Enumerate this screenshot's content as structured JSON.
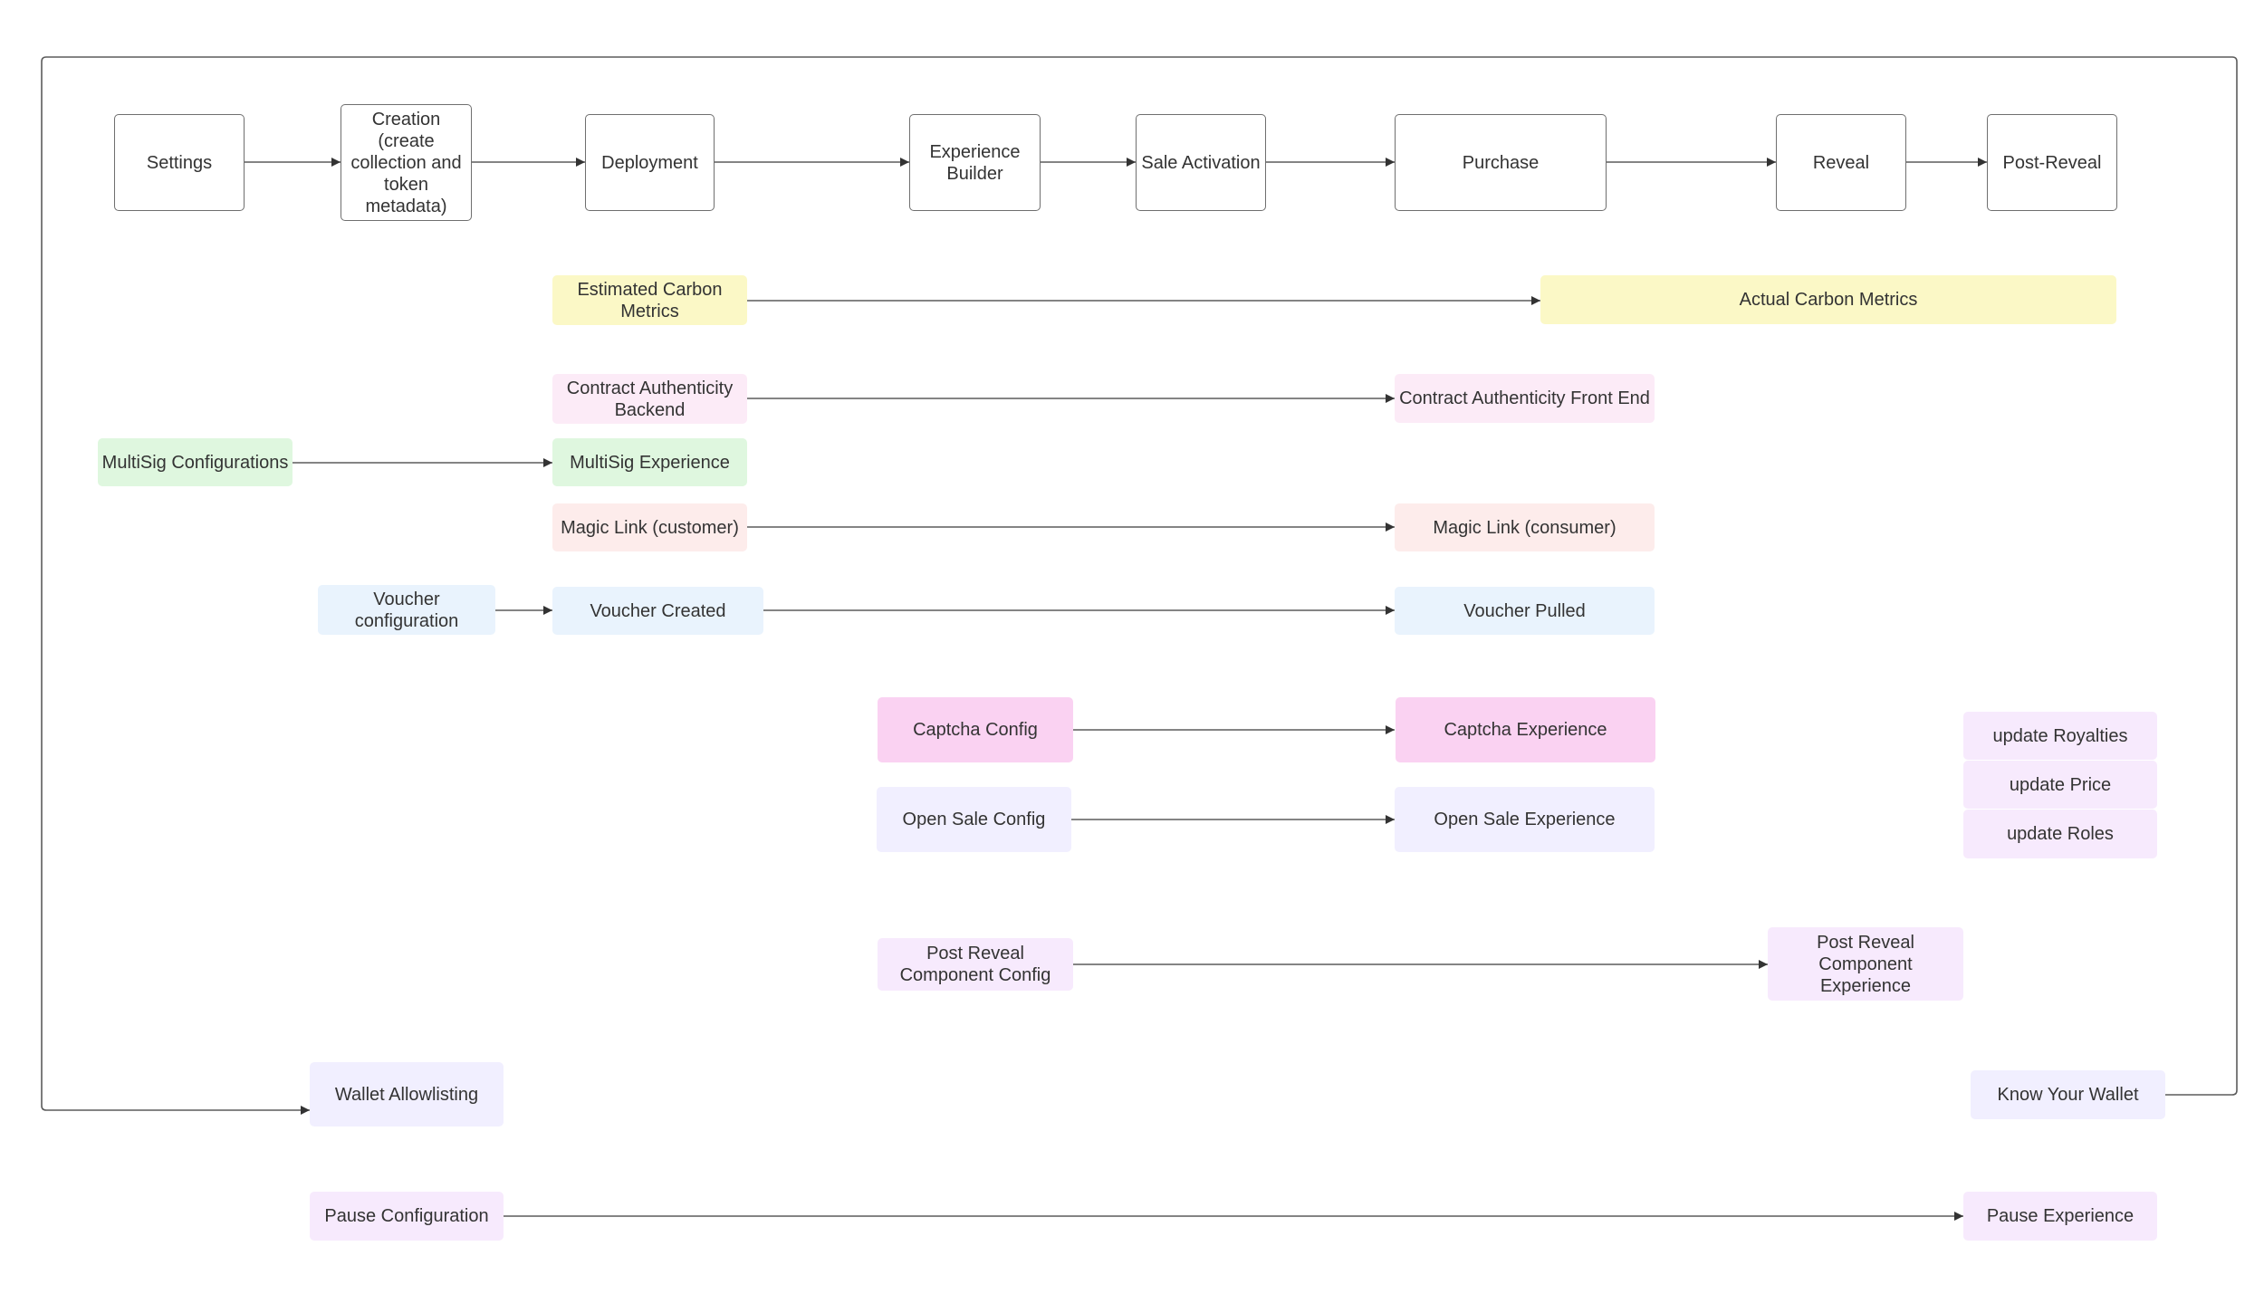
{
  "stages": {
    "settings": "Settings",
    "creation": "Creation (create collection and token metadata)",
    "deployment": "Deployment",
    "experience_builder": "Experience Builder",
    "sale_activation": "Sale Activation",
    "purchase": "Purchase",
    "reveal": "Reveal",
    "post_reveal": "Post-Reveal"
  },
  "features": {
    "estimated_carbon": "Estimated Carbon Metrics",
    "actual_carbon": "Actual Carbon Metrics",
    "contract_auth_backend": "Contract Authenticity Backend",
    "contract_auth_frontend": "Contract Authenticity Front End",
    "multisig_config": "MultiSig Configurations",
    "multisig_experience": "MultiSig Experience",
    "magic_link_customer": "Magic Link (customer)",
    "magic_link_consumer": "Magic Link (consumer)",
    "voucher_config": "Voucher configuration",
    "voucher_created": "Voucher Created",
    "voucher_pulled": "Voucher Pulled",
    "captcha_config": "Captcha Config",
    "captcha_experience": "Captcha Experience",
    "open_sale_config": "Open Sale Config",
    "open_sale_experience": "Open Sale Experience",
    "update_royalties": "update Royalties",
    "update_price": "update Price",
    "update_roles": "update Roles",
    "post_reveal_config": "Post Reveal Component Config",
    "post_reveal_experience": "Post Reveal Component Experience",
    "wallet_allowlisting": "Wallet Allowlisting",
    "know_your_wallet": "Know Your Wallet",
    "pause_config": "Pause Configuration",
    "pause_experience": "Pause Experience"
  },
  "colors": {
    "stage_border": "#6f6f6f",
    "connector": "#5c5c5c",
    "yellow": "#fbf8c6",
    "pink_light": "#fcebf7",
    "green": "#dff7df",
    "salmon": "#fdeceb",
    "blue": "#e9f3fd",
    "magenta": "#fad2f2",
    "lavender": "#f1efff",
    "lilac": "#f7eafd"
  }
}
